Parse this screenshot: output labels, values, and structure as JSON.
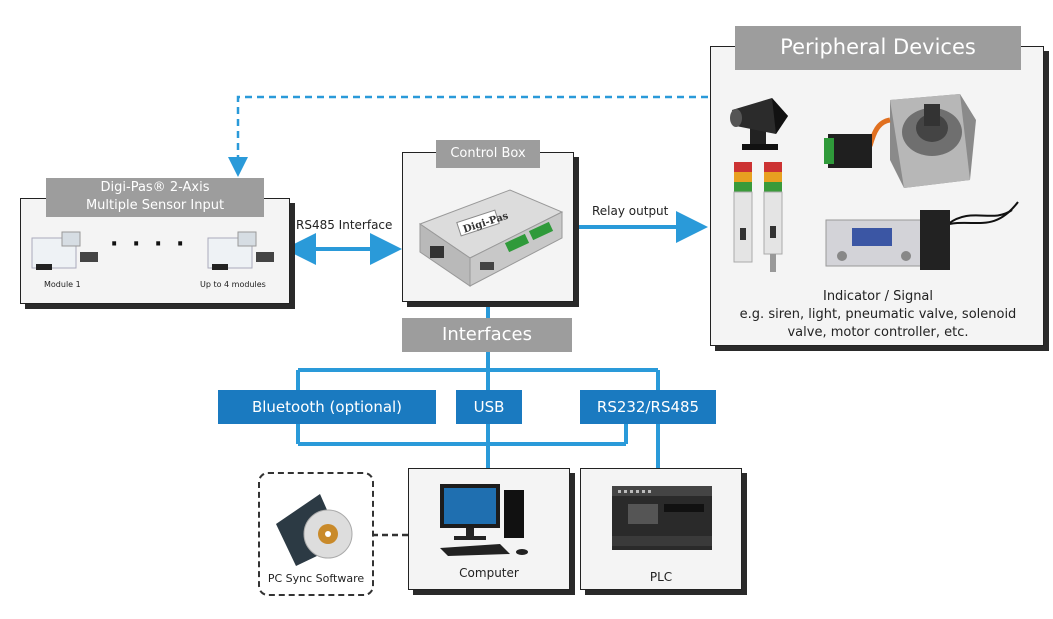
{
  "peripheral": {
    "title": "Peripheral Devices",
    "caption_line1": "Indicator / Signal",
    "caption_line2": "e.g. siren, light, pneumatic valve, solenoid",
    "caption_line3": "valve, motor controller, etc.",
    "siren_icon": "siren-image",
    "stack_light_icon": "stack-light-image",
    "motor_icon": "stepper-motor-image",
    "valve_icon": "solenoid-valve-image"
  },
  "sensor": {
    "title_line1": "Digi-Pas® 2-Axis",
    "title_line2": "Multiple Sensor Input",
    "module_first": "Module 1",
    "module_last": "Up to 4 modules",
    "dots": "· · · ·"
  },
  "control_box": {
    "title": "Control Box",
    "brand": "Digi-Pas"
  },
  "links": {
    "rs485": "RS485 Interface",
    "relay": "Relay output"
  },
  "interfaces": {
    "title": "Interfaces",
    "bluetooth": "Bluetooth (optional)",
    "usb": "USB",
    "rs232": "RS232/RS485"
  },
  "devices": {
    "software": "PC Sync Software",
    "computer": "Computer",
    "plc": "PLC"
  },
  "colors": {
    "blue": "#1a7ac0",
    "arrow_blue": "#2a9ad9",
    "gray": "#9d9d9d"
  }
}
